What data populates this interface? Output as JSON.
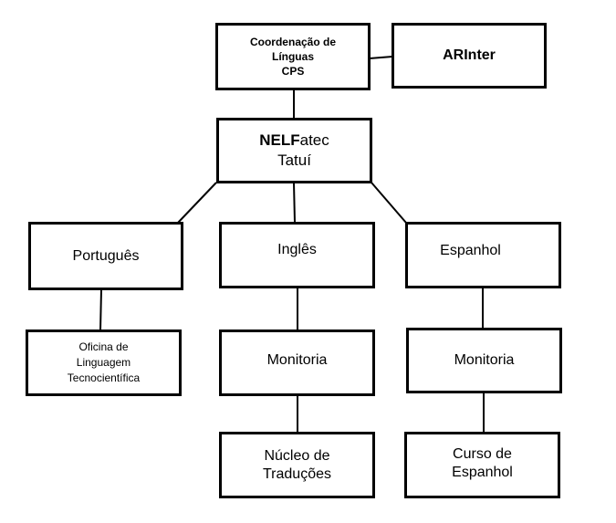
{
  "org_chart": {
    "cps": {
      "label": "Coordenação de\nLínguas\nCPS"
    },
    "arinter": {
      "label": "ARInter"
    },
    "nelfatec": {
      "label_bold": "NELF",
      "label_rest": "atec",
      "subtitle": "Tatuí"
    },
    "portugues": {
      "label": "Português"
    },
    "ingles": {
      "label": "Inglês"
    },
    "espanhol": {
      "label": "Espanhol"
    },
    "oficina": {
      "label": "Oficina de\nLinguagem\nTecnocientífica"
    },
    "monitoria_ingles": {
      "label": "Monitoria"
    },
    "monitoria_espanhol": {
      "label": "Monitoria"
    },
    "nucleo": {
      "label": "Núcleo de\nTraduções"
    },
    "curso": {
      "label": "Curso de\nEspanhol"
    }
  }
}
